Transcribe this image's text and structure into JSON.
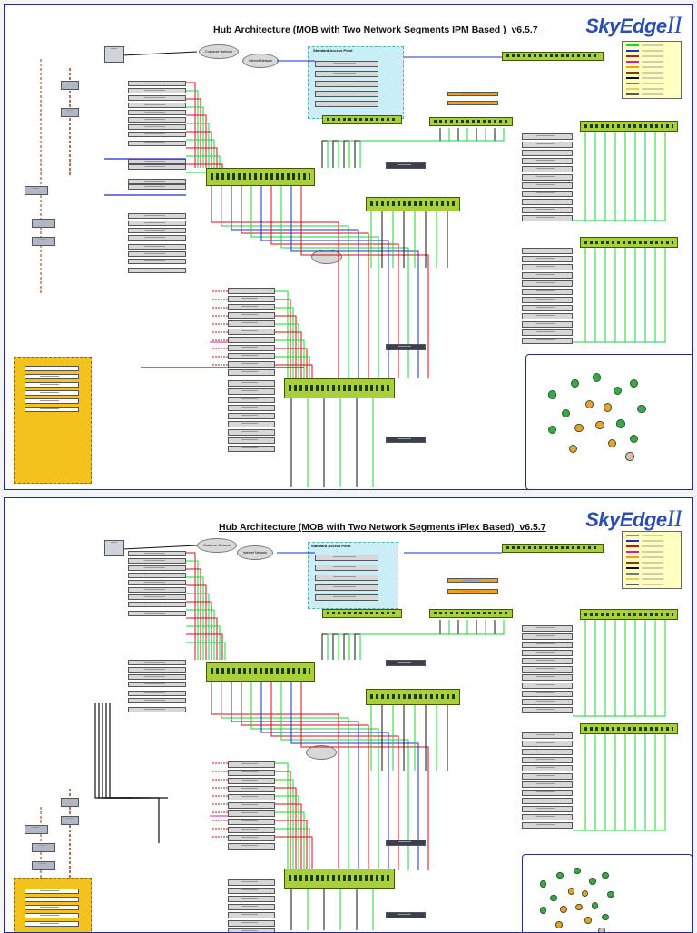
{
  "page1": {
    "title": "Hub Architecture (MOB with Two Network Segments IPM Based )_v6.5.7",
    "logo": "SkyEdge",
    "logo_suffix": "II",
    "clouds": [
      "Customer Network",
      "Internet Network"
    ],
    "callout": "Standard Access Point"
  },
  "page2": {
    "title": "Hub Architecture (MOB with Two Network Segments iPlex Based)_v6.5.7",
    "logo": "SkyEdge",
    "logo_suffix": "II",
    "clouds": [
      "Customer Network",
      "Internet Network"
    ],
    "callout": "Standard Access Point"
  },
  "colors": {
    "frame": "#1f2f8a",
    "logo": "#2a4fb0",
    "switch": "#a9cf3a",
    "legend_bg": "#ffffc0",
    "callout": "#f4c21c",
    "wire_green": "#1fd23a",
    "wire_red": "#d0101a",
    "wire_blue": "#1830c8",
    "wire_brown": "#8a3a0a",
    "wire_black": "#111111",
    "wire_magenta": "#d01fb0"
  },
  "legend_swatches": [
    "#1fd23a",
    "#1830c8",
    "#d0101a",
    "#d01fb0",
    "#f0a020",
    "#8a3a0a",
    "#111111",
    "#777777",
    "#e8d060",
    "#5a5a5a"
  ]
}
